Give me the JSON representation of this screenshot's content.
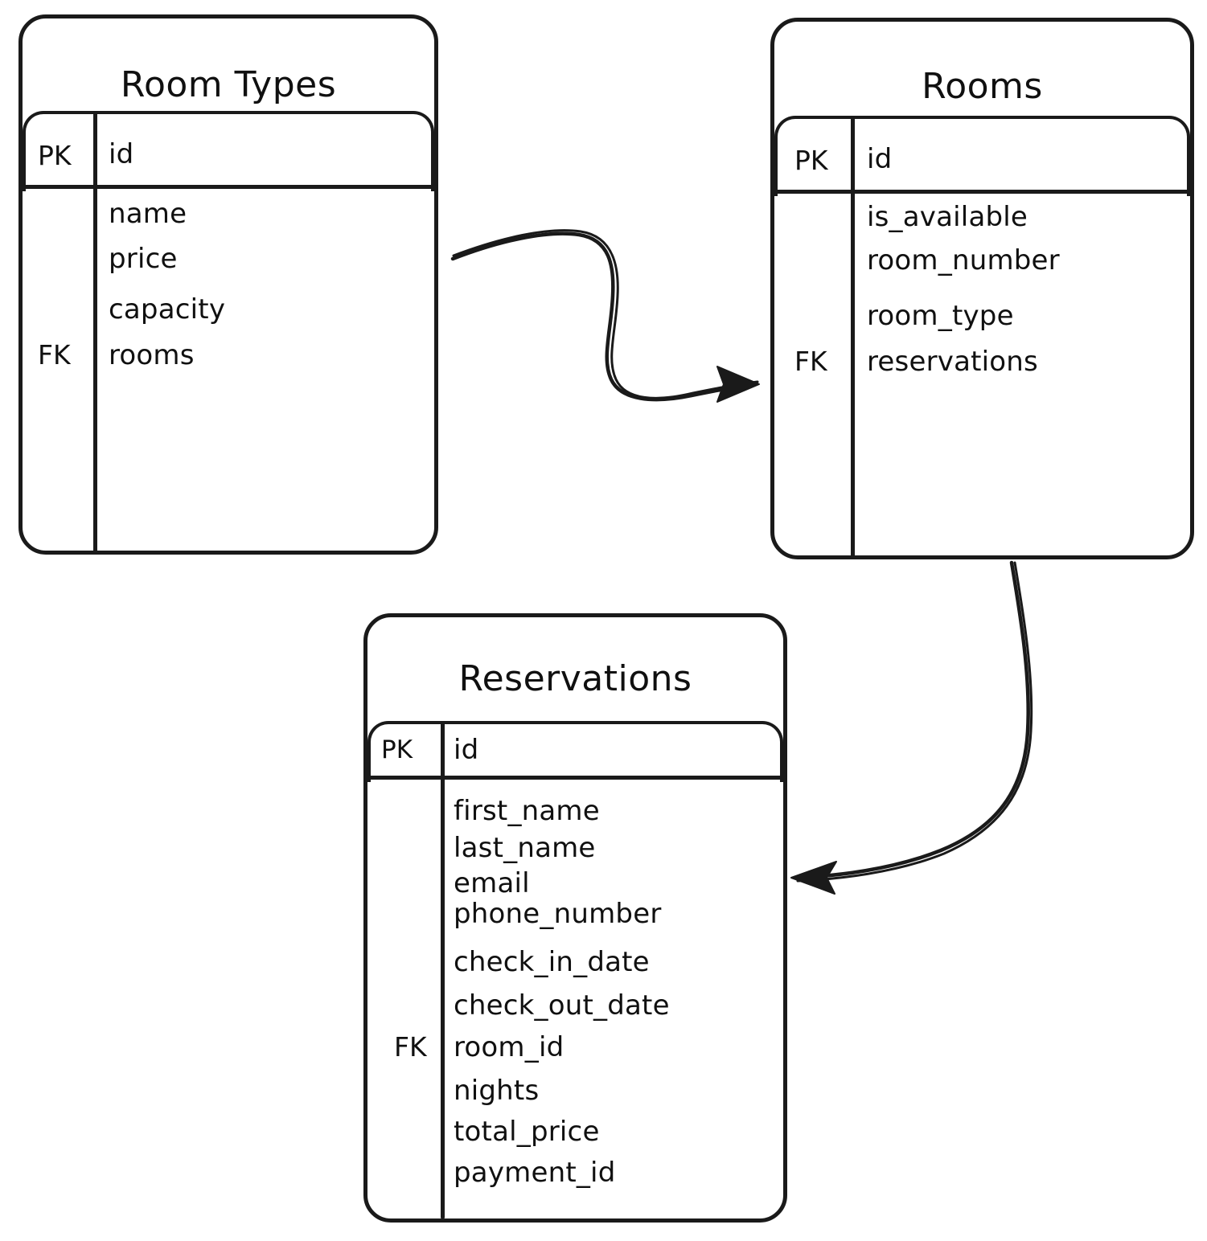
{
  "diagram": {
    "type": "entity-relationship-diagram",
    "style": "hand-drawn-sketch",
    "background_color": "#ffffff",
    "stroke_color": "#1a1a1a",
    "entities": [
      {
        "name": "Room Types",
        "primary_key": {
          "key": "PK",
          "field": "id"
        },
        "foreign_key_label": "FK",
        "fields": [
          "name",
          "price",
          "capacity",
          "rooms"
        ]
      },
      {
        "name": "Rooms",
        "primary_key": {
          "key": "PK",
          "field": "id"
        },
        "foreign_key_label": "FK",
        "fields": [
          "is_available",
          "room_number",
          "room_type",
          "reservations"
        ]
      },
      {
        "name": "Reservations",
        "primary_key": {
          "key": "PK",
          "field": "id"
        },
        "foreign_key_label": "FK",
        "fields": [
          "first_name",
          "last_name",
          "email",
          "phone_number",
          "check_in_date",
          "check_out_date",
          "room_id",
          "nights",
          "total_price",
          "payment_id"
        ]
      }
    ],
    "relationships": [
      {
        "from": "Room Types",
        "to": "Rooms",
        "arrow": "directed"
      },
      {
        "from": "Rooms",
        "to": "Reservations",
        "arrow": "directed"
      }
    ]
  }
}
